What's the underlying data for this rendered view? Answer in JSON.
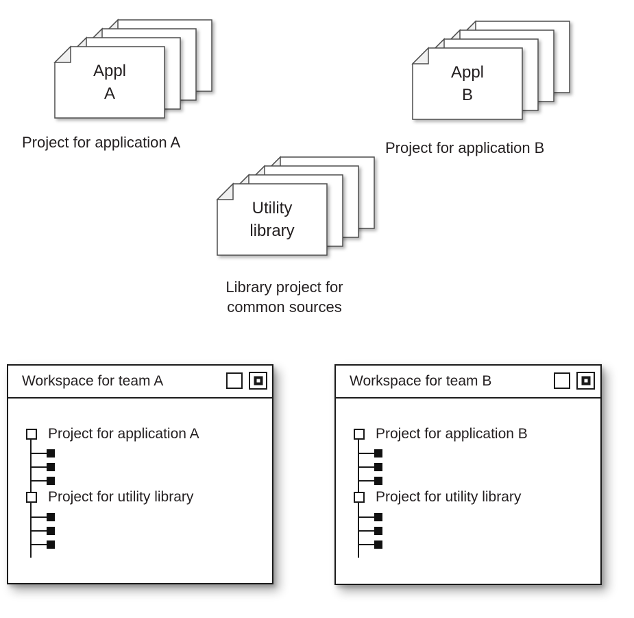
{
  "colors": {
    "ink": "#231f20",
    "window_border": "#1a1a1a",
    "sheet_border": "#4d4d4d",
    "paper": "#ffffff",
    "fold_fill": "#f0f0f0",
    "leaf_fill": "#111111"
  },
  "stacks": [
    {
      "name": "application-a",
      "sheet_label": "Appl\nA",
      "caption": "Project for application A"
    },
    {
      "name": "application-b",
      "sheet_label": "Appl\nB",
      "caption": "Project for application B"
    },
    {
      "name": "utility-library",
      "sheet_label": "Utility\nlibrary",
      "caption": "Library project for\ncommon sources"
    }
  ],
  "windows": [
    {
      "title": "Workspace for team A",
      "tree": [
        {
          "label": "Project for application A",
          "children": 3
        },
        {
          "label": "Project for utility library",
          "children": 3
        }
      ]
    },
    {
      "title": "Workspace for team B",
      "tree": [
        {
          "label": "Project for application B",
          "children": 3
        },
        {
          "label": "Project for utility library",
          "children": 3
        }
      ]
    }
  ]
}
